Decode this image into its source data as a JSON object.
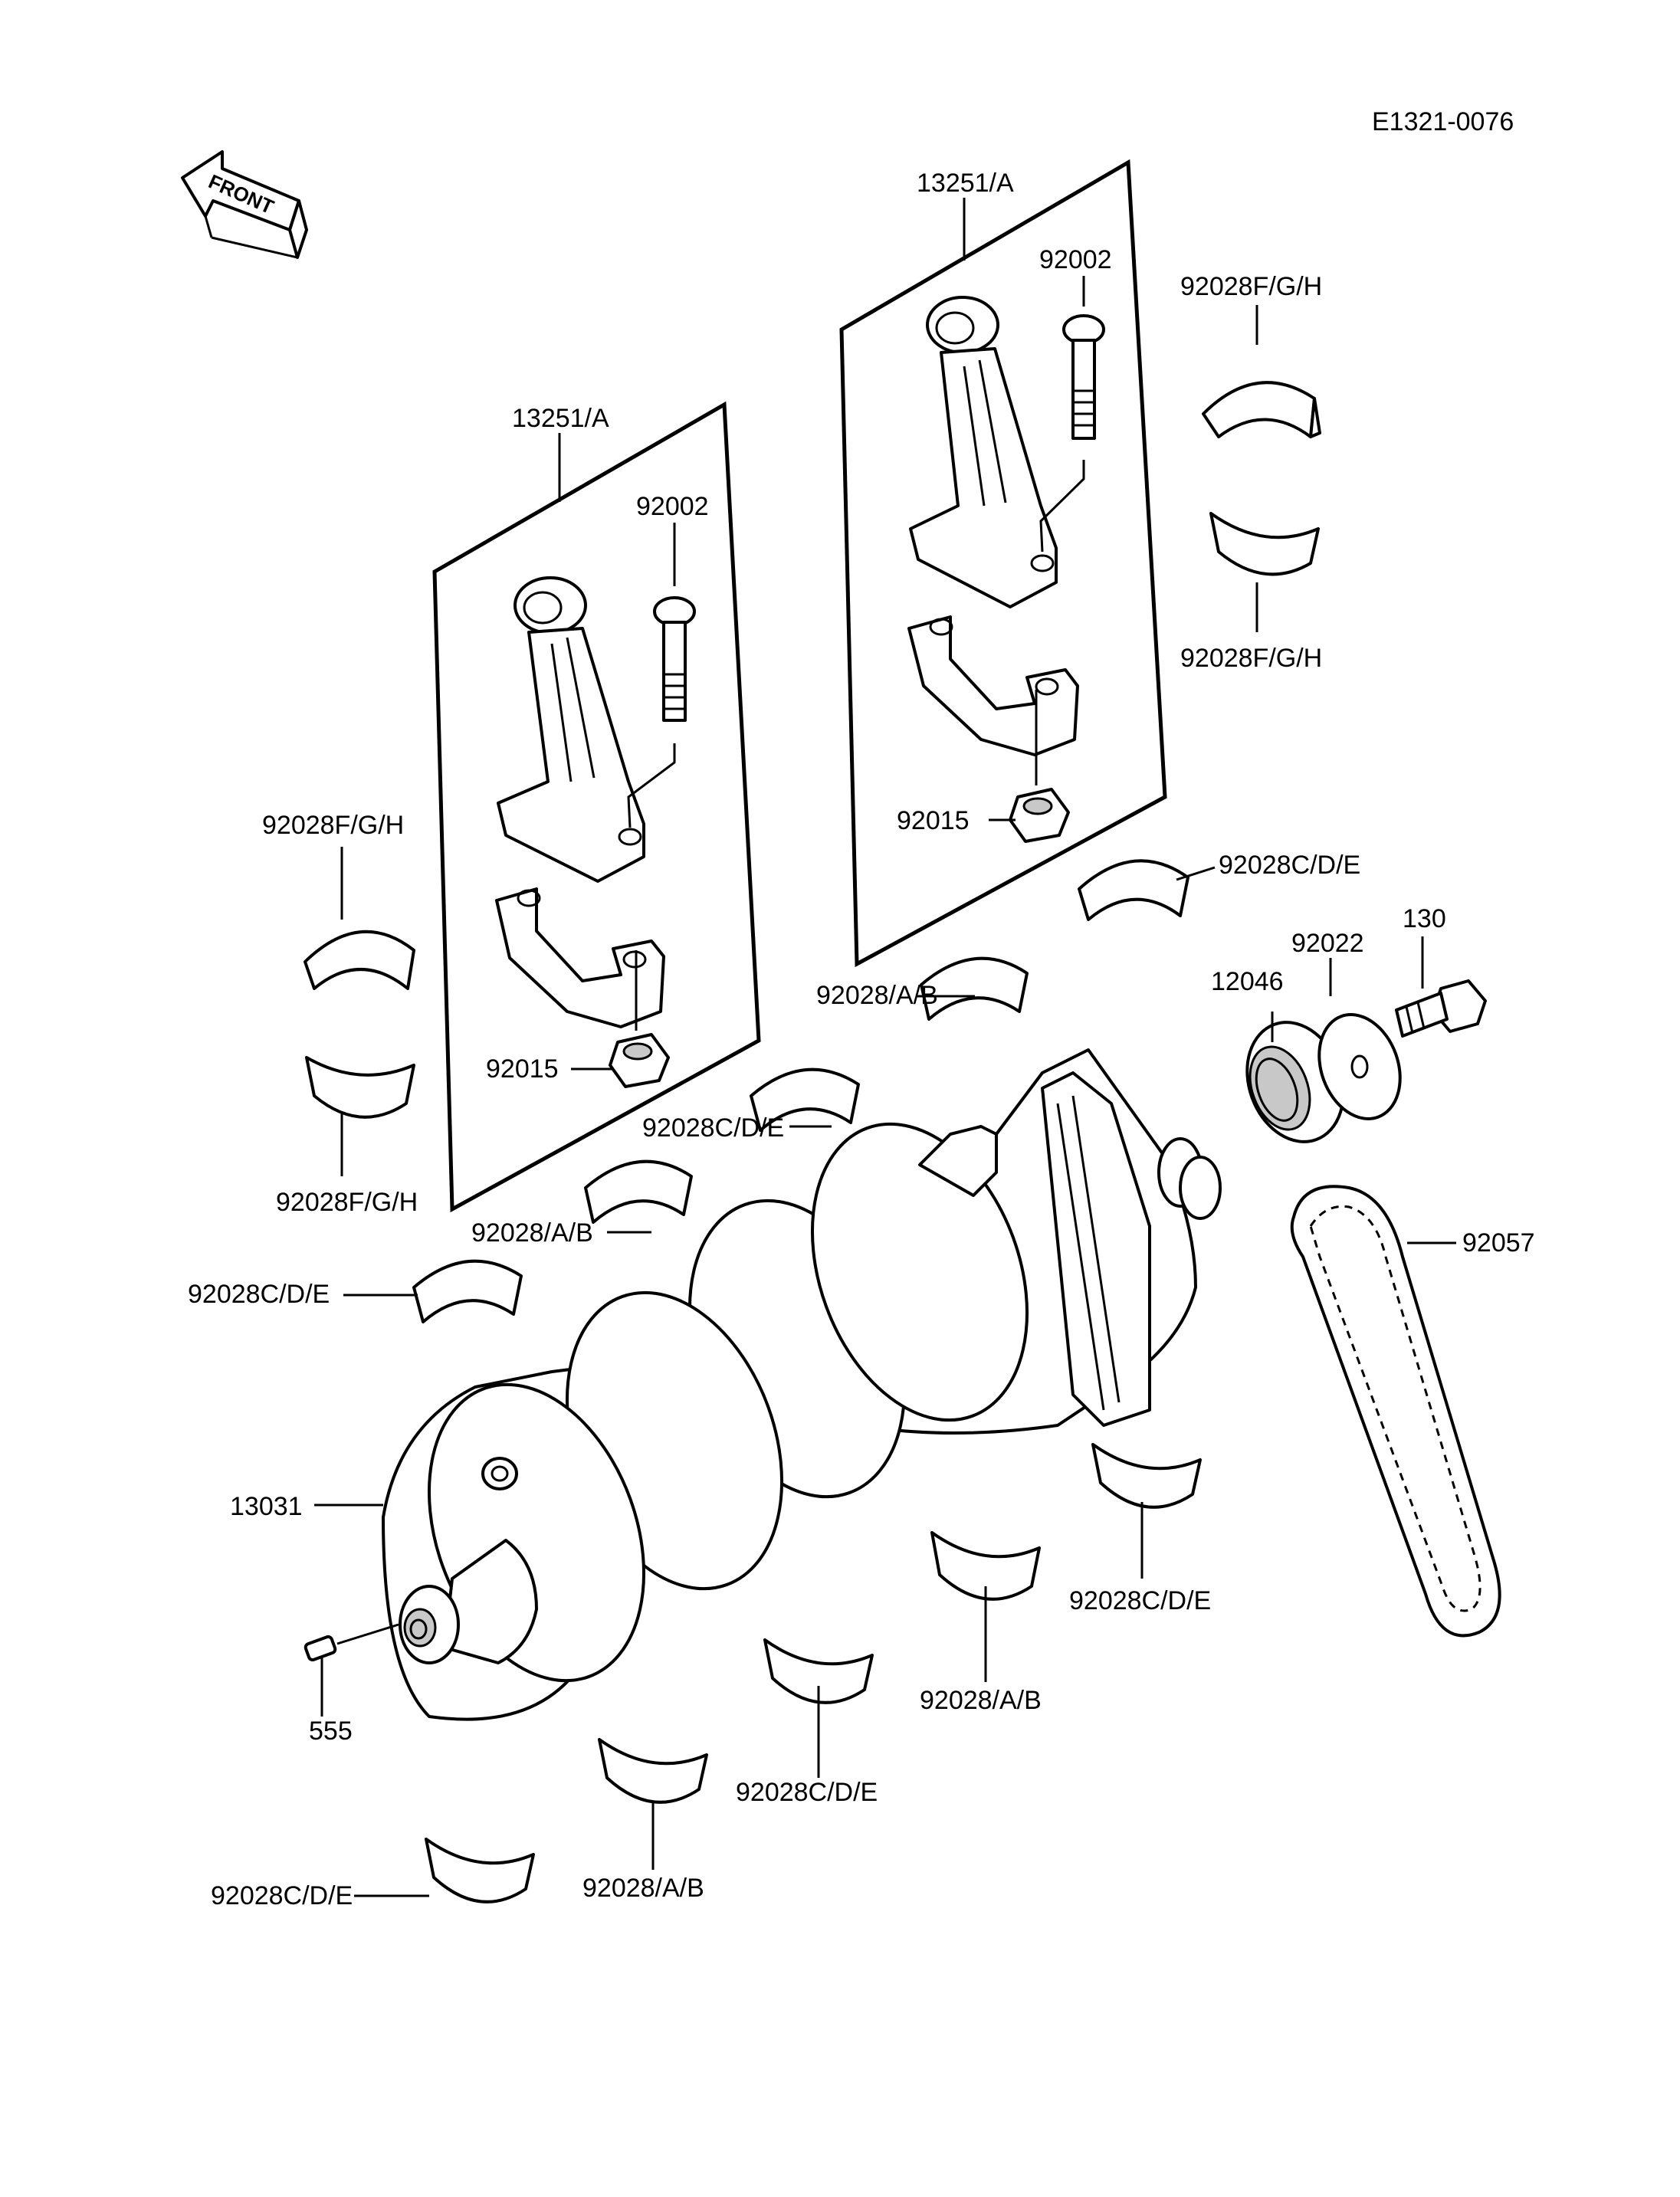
{
  "diagram_code": "E1321-0076",
  "front_arrow_label": "FRONT",
  "callouts": {
    "conrod_assy_left": "13251/A",
    "conrod_assy_right": "13251/A",
    "bolt_left": "92002",
    "bolt_right": "92002",
    "nut_left": "92015",
    "nut_right": "92015",
    "bearing_fgh_1": "92028F/G/H",
    "bearing_fgh_2": "92028F/G/H",
    "bearing_fgh_3": "92028F/G/H",
    "bearing_fgh_4": "92028F/G/H",
    "bearing_cde_1": "92028C/D/E",
    "bearing_cde_2": "92028C/D/E",
    "bearing_cde_3": "92028C/D/E",
    "bearing_cde_4": "92028C/D/E",
    "bearing_cde_5": "92028C/D/E",
    "bearing_cde_6": "92028C/D/E",
    "bearing_ab_1": "92028/A/B",
    "bearing_ab_2": "92028/A/B",
    "bearing_ab_3": "92028/A/B",
    "bearing_ab_4": "92028/A/B",
    "crankshaft": "13031",
    "pin": "555",
    "sprocket": "12046",
    "washer": "92022",
    "bolt_130": "130",
    "chain": "92057"
  }
}
